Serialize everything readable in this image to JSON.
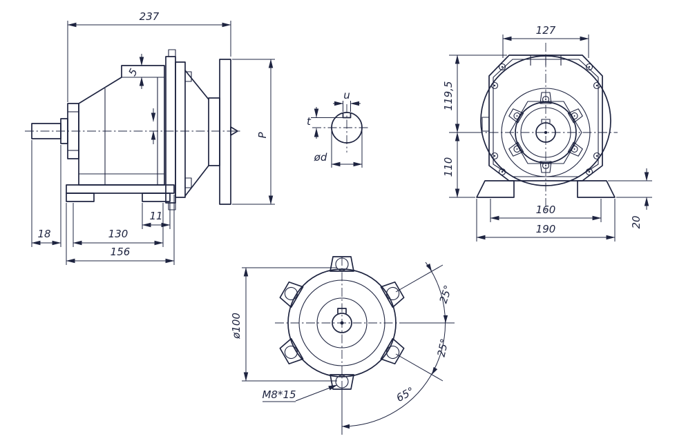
{
  "colors": {
    "line": "#1e2440",
    "background": "#ffffff"
  },
  "side_view": {
    "dim_237": "237",
    "dim_p": "P",
    "dim_5": "5",
    "dim_18": "18",
    "dim_130": "130",
    "dim_156": "156",
    "dim_11": "11"
  },
  "shaft_section": {
    "dim_u": "u",
    "dim_t": "t",
    "dim_od": "ød"
  },
  "front_view": {
    "dim_127": "127",
    "dim_119_5": "119,5",
    "dim_110": "110",
    "dim_160": "160",
    "dim_190": "190",
    "dim_20": "20"
  },
  "flange_view": {
    "dim_d100": "ø100",
    "dim_thread": "M8*15",
    "dim_angle_25_upper": "25°",
    "dim_angle_25_lower": "25°",
    "dim_angle_65": "65°"
  }
}
